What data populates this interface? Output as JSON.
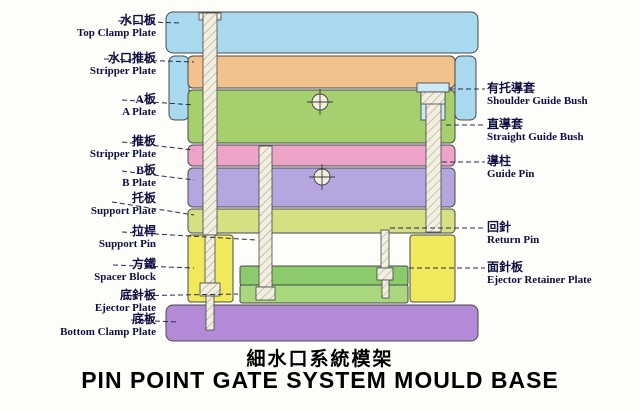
{
  "title": {
    "chinese": "細水口系統模架",
    "english": "PIN POINT GATE SYSTEM MOULD BASE"
  },
  "left_labels": [
    {
      "cn": "水口板",
      "en": "Top Clamp Plate"
    },
    {
      "cn": "水口推板",
      "en": "Stripper Plate"
    },
    {
      "cn": "A板",
      "en": "A Plate"
    },
    {
      "cn": "推板",
      "en": "Stripper Plate"
    },
    {
      "cn": "B板",
      "en": "B Plate"
    },
    {
      "cn": "托板",
      "en": "Support Plate"
    },
    {
      "cn": "拉桿",
      "en": "Support Pin"
    },
    {
      "cn": "方鐵",
      "en": "Spacer Block"
    },
    {
      "cn": "底針板",
      "en": "Ejector Plate"
    },
    {
      "cn": "底板",
      "en": "Bottom Clamp Plate"
    }
  ],
  "right_labels": [
    {
      "cn": "有托導套",
      "en": "Shoulder Guide Bush"
    },
    {
      "cn": "直導套",
      "en": "Straight Guide Bush"
    },
    {
      "cn": "導柱",
      "en": "Guide Pin"
    },
    {
      "cn": "回針",
      "en": "Return Pin"
    },
    {
      "cn": "面針板",
      "en": "Ejector Retainer Plate"
    }
  ],
  "colors": {
    "background": "#fdfdfa",
    "label_text": "#0f1042",
    "title_text": "#000000",
    "outline": "#4a4a4a",
    "top_clamp": "#a9d9ee",
    "stripper_top": "#f2c28c",
    "a_plate": "#a6d06e",
    "stripper": "#eda4c9",
    "b_plate": "#b6a6df",
    "support_plate": "#d6df82",
    "spacer": "#f0e95c",
    "ejector_retainer": "#8ccb6b",
    "ejector": "#a9d77d",
    "bottom_clamp": "#b28ad5",
    "bush_fill": "#cde9f5",
    "pin_fill": "#f3efdf"
  }
}
